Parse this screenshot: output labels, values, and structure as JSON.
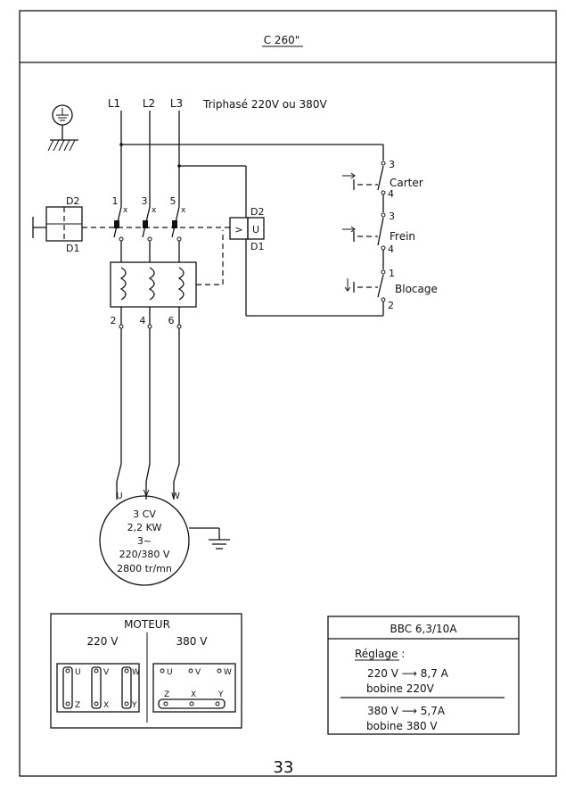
{
  "header": {
    "title": "C 260\""
  },
  "supply": {
    "lines": [
      "L1",
      "L2",
      "L3"
    ],
    "label": "Triphasé 220V  ou 380V"
  },
  "contactor": {
    "top_terminals": [
      "1",
      "3",
      "5"
    ],
    "bottom_terminals": [
      "2",
      "4",
      "6"
    ],
    "left_labels": [
      "D2",
      "D1"
    ],
    "right_labels": [
      "D2",
      "D1"
    ],
    "coil_label": "U"
  },
  "safety_switches": [
    {
      "name": "Carter",
      "top": "3",
      "bottom": "4"
    },
    {
      "name": "Frein",
      "top": "3",
      "bottom": "4"
    },
    {
      "name": "Blocage",
      "top": "1",
      "bottom": "2"
    }
  ],
  "motor": {
    "terminals": [
      "U",
      "V",
      "W"
    ],
    "lines": [
      "3 CV",
      "2,2  KW",
      "3~",
      "220/380 V",
      "2800 tr/mn"
    ]
  },
  "moteur_box": {
    "title": "MOTEUR",
    "col_220": "220 V",
    "col_380": "380 V",
    "top_letters": [
      "U",
      "V",
      "W"
    ],
    "bottom_letters": [
      "Z",
      "X",
      "Y"
    ]
  },
  "relay_box": {
    "title": "BBC  6,3/10A",
    "reglage": "Réglage :",
    "r1_current": "220 V ⟶  8,7 A",
    "r1_coil": "bobine  220V",
    "r2_current": "380 V ⟶  5,7A",
    "r2_coil": "bobine  380 V"
  },
  "footer": {
    "page_number": "33"
  }
}
